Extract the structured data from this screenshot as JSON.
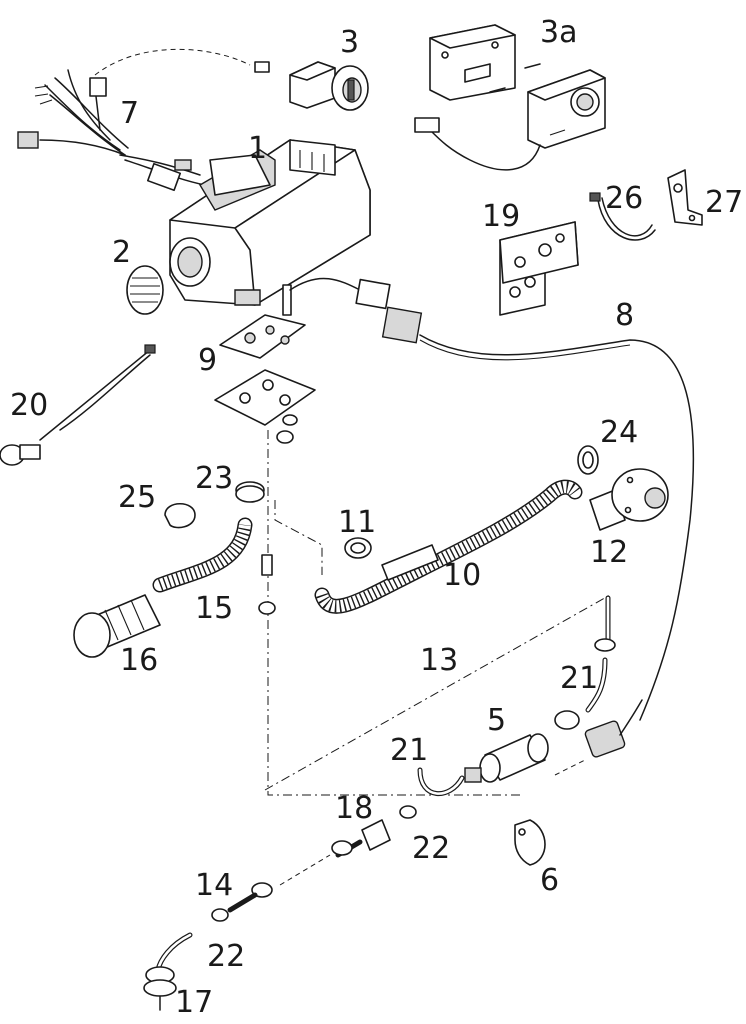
{
  "callouts": {
    "c1": "1",
    "c2": "2",
    "c3": "3",
    "c3a": "3a",
    "c5": "5",
    "c6": "6",
    "c7": "7",
    "c8": "8",
    "c9": "9",
    "c10": "10",
    "c11": "11",
    "c12": "12",
    "c13": "13",
    "c14": "14",
    "c15": "15",
    "c16": "16",
    "c17": "17",
    "c18": "18",
    "c19": "19",
    "c20": "20",
    "c21a": "21",
    "c21b": "21",
    "c22a": "22",
    "c22b": "22",
    "c23": "23",
    "c24": "24",
    "c25": "25",
    "c26": "26",
    "c27": "27"
  },
  "colors": {
    "line": "#1a1a1a",
    "fill": "#ffffff",
    "shade": "#d8d8d8"
  }
}
